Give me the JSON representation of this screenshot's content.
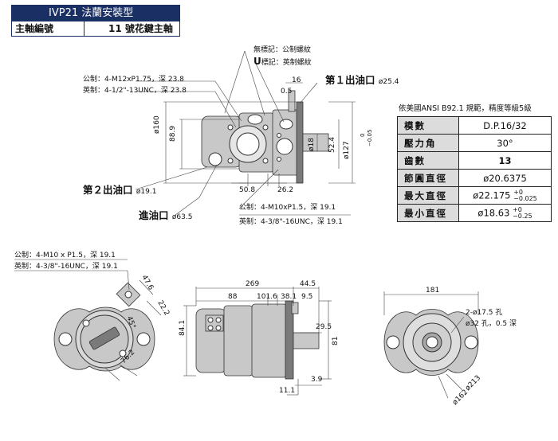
{
  "header": {
    "title": "IVP21 法蘭安裝型",
    "shaft_label": "主軸編號",
    "shaft_value": "11 號花鍵主軸"
  },
  "legend": {
    "no_mark": "無標記：公制螺紋",
    "u_mark_letter": "U",
    "u_mark": "標記：英制螺紋"
  },
  "outlet1": {
    "name": "第１出油口",
    "dia": "ø25.4",
    "metric": "公制：4-M12xP1.75，深 23.8",
    "imperial": "英制：4-1/2\"-13UNC，深 23.8"
  },
  "outlet2": {
    "name": "第２出油口",
    "dia": "ø19.1"
  },
  "inlet": {
    "name": "進油口",
    "dia": "ø63.5",
    "metric": "公制：4-M10xP1.5，深 19.1",
    "imperial": "英制：4-3/8\"-16UNC，深 19.1"
  },
  "bottom_port": {
    "metric": "公制：4-M10 x P1.5，深 19.1",
    "imperial": "英制：4-3/8\"-16UNC，深 19.1"
  },
  "holes": {
    "line1": "2-ø17.5 孔",
    "line2": "ø32 孔，0.5 深"
  },
  "spec_table": {
    "caption": "依美國ANSI  B92.1 規範，精度等級5級",
    "rows": [
      {
        "key": "模數",
        "val": "D.P.16/32"
      },
      {
        "key": "壓力角",
        "val": "30°"
      },
      {
        "key": "齒數",
        "val": "13"
      },
      {
        "key": "節圓直徑",
        "val": "ø20.6375"
      },
      {
        "key": "最大直徑",
        "val": "ø22.175",
        "tol_up": "+0",
        "tol_low": "−0.025"
      },
      {
        "key": "最小直徑",
        "val": "ø18.63",
        "tol_up": "+0",
        "tol_low": "−0.25"
      }
    ]
  },
  "dims_top": {
    "d16": "16",
    "d05": "0.5",
    "d160": "ø160",
    "d889": "88.9",
    "d18": "ø18",
    "d524": "52.4",
    "d127": "ø127",
    "d127_tol_up": "0",
    "d127_tol_low": "−0.05",
    "d508": "50.8",
    "d262": "26.2"
  },
  "dims_bottom": {
    "d476": "47.6",
    "d222": "22.2",
    "d45": "45°",
    "d762": "76.2",
    "d269": "269",
    "d445": "44.5",
    "d88": "88",
    "d1016": "101.6",
    "d381": "38.1",
    "d95": "9.5",
    "d295": "29.5",
    "d841": "84.1",
    "d81": "81",
    "d39": "3.9",
    "d111": "11.1",
    "d181": "181",
    "d213": "ø213",
    "d162": "ø162"
  }
}
